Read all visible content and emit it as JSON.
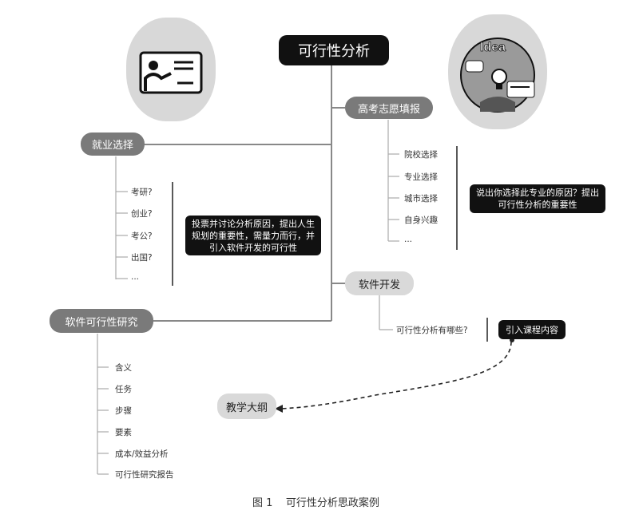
{
  "root": "可行性分析",
  "nodes": {
    "gaokao": "高考志愿填报",
    "jiuye": "就业选择",
    "ruanjian_kaifa": "软件开发",
    "ruanjian_yanjiu": "软件可行性研究",
    "jiaoxue_dagang": "教学大纲"
  },
  "jiuye_items": [
    "考研?",
    "创业?",
    "考公?",
    "出国?",
    "..."
  ],
  "jiuye_note": "投票并讨论分析原因，提出人生规划的重要性，需量力而行，并引入软件开发的可行性",
  "gaokao_items": [
    "院校选择",
    "专业选择",
    "城市选择",
    "自身兴趣",
    "..."
  ],
  "gaokao_note": "说出你选择此专业的原因？提出可行性分析的重要性",
  "kaifa_item": "可行性分析有哪些?",
  "kaifa_note": "引入课程内容",
  "yanjiu_items": [
    "含义",
    "任务",
    "步骤",
    "要素",
    "成本/效益分析",
    "可行性研究报告"
  ],
  "idea_text": "Idea",
  "caption": "图 1    可行性分析思政案例"
}
